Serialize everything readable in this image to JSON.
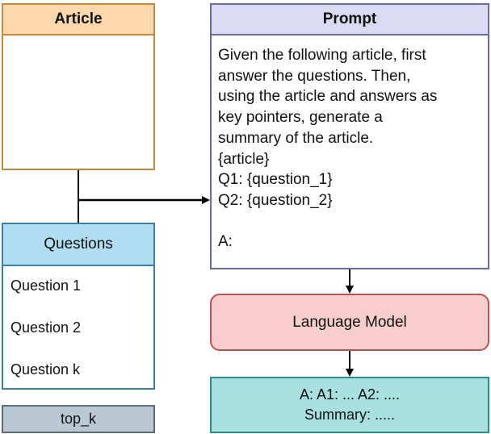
{
  "article": {
    "header": "Article"
  },
  "prompt": {
    "header": "Prompt",
    "lines": [
      "Given the following article, first",
      "answer the questions. Then,",
      "using the article and answers as",
      "key pointers, generate a",
      "summary of the article.",
      "{article}",
      "Q1: {question_1}",
      "Q2: {question_2}",
      "",
      "A:"
    ]
  },
  "questions": {
    "header": "Questions",
    "items": [
      "Question 1",
      "Question 2",
      "Question k"
    ]
  },
  "top_k": {
    "label": "top_k"
  },
  "language_model": {
    "label": "Language Model"
  },
  "output": {
    "line1": "A: A1: ... A2: ....",
    "line2": "Summary: ....."
  },
  "colors": {
    "article_fill": "#fad7ac",
    "article_stroke": "#c8873a",
    "prompt_fill": "#dadaf0",
    "prompt_stroke": "#6b6b9e",
    "questions_fill": "#b1ddf0",
    "questions_stroke": "#3a7fa8",
    "topk_fill": "#bac8d3",
    "lm_fill": "#f8cecc",
    "lm_stroke": "#b85450",
    "output_fill": "#a8e0df",
    "output_stroke": "#2e8b8b"
  }
}
